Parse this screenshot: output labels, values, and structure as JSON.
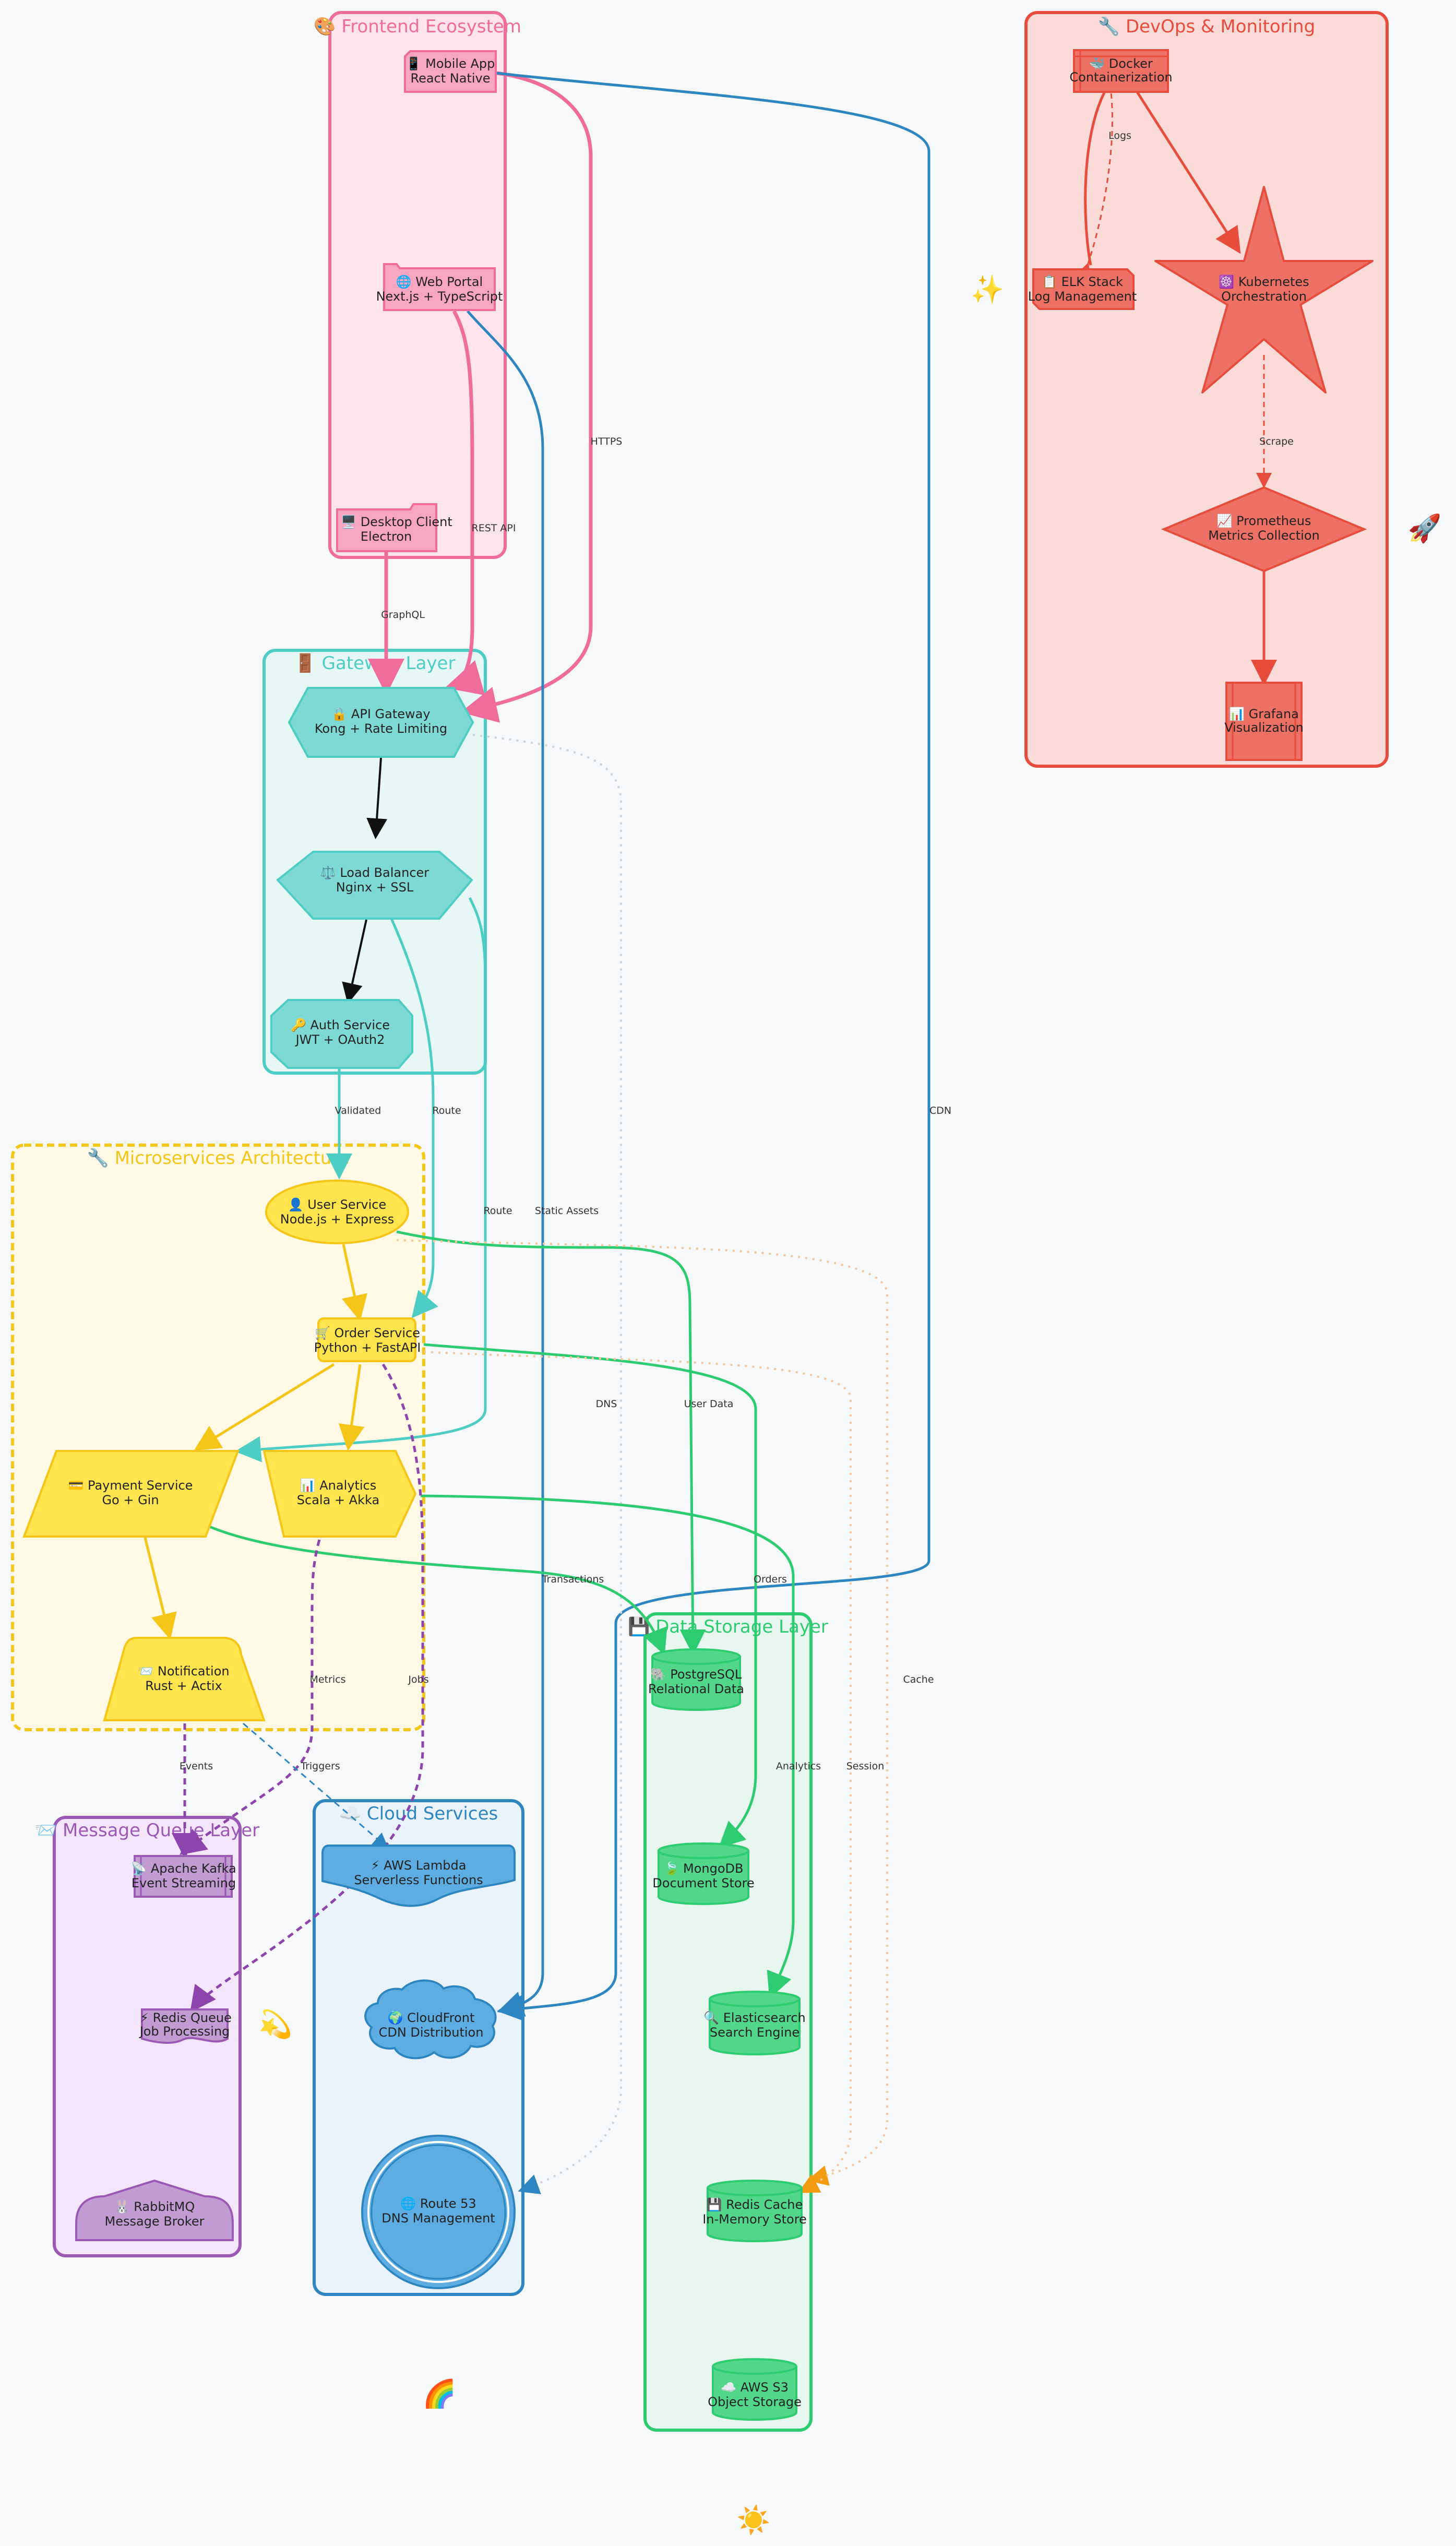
{
  "groups": {
    "frontend": {
      "title": "🎨 Frontend Ecosystem",
      "color": "#f06c9b"
    },
    "devops": {
      "title": "🔧 DevOps & Monitoring",
      "color": "#e74c3c"
    },
    "gateway": {
      "title": "🚪 Gateway Layer",
      "color": "#4ecdc4"
    },
    "micro": {
      "title": "🔧 Microservices Architecture",
      "color": "#f5c518"
    },
    "storage": {
      "title": "💾 Data Storage Layer",
      "color": "#2ecc71"
    },
    "mq": {
      "title": "📨 Message Queue Layer",
      "color": "#9b59b6"
    },
    "cloud": {
      "title": "☁️ Cloud Services",
      "color": "#2e86c1"
    }
  },
  "nodes": {
    "mobile": [
      "📱 Mobile App",
      "React Native"
    ],
    "web": [
      "🌐 Web Portal",
      "Next.js + TypeScript"
    ],
    "desktop": [
      "🖥️ Desktop Client",
      "Electron"
    ],
    "docker": [
      "🐳 Docker",
      "Containerization"
    ],
    "elk": [
      "📋 ELK Stack",
      "Log Management"
    ],
    "k8s": [
      "☸️ Kubernetes",
      "Orchestration"
    ],
    "prom": [
      "📈 Prometheus",
      "Metrics Collection"
    ],
    "grafana": [
      "📊 Grafana",
      "Visualization"
    ],
    "apigw": [
      "🔒 API Gateway",
      "Kong + Rate Limiting"
    ],
    "lb": [
      "⚖️ Load Balancer",
      "Nginx + SSL"
    ],
    "auth": [
      "🔑 Auth Service",
      "JWT + OAuth2"
    ],
    "user": [
      "👤 User Service",
      "Node.js + Express"
    ],
    "order": [
      "🛒 Order Service",
      "Python + FastAPI"
    ],
    "payment": [
      "💳 Payment Service",
      "Go + Gin"
    ],
    "analytics": [
      "📊 Analytics",
      "Scala + Akka"
    ],
    "notif": [
      "📨 Notification",
      "Rust + Actix"
    ],
    "postgres": [
      "🐘 PostgreSQL",
      "Relational Data"
    ],
    "mongo": [
      "🍃 MongoDB",
      "Document Store"
    ],
    "elastic": [
      "🔍 Elasticsearch",
      "Search Engine"
    ],
    "rediscache": [
      "💾 Redis Cache",
      "In-Memory Store"
    ],
    "s3": [
      "☁️ AWS S3",
      "Object Storage"
    ],
    "kafka": [
      "📡 Apache Kafka",
      "Event Streaming"
    ],
    "redisq": [
      "⚡ Redis Queue",
      "Job Processing"
    ],
    "rabbit": [
      "🐰 RabbitMQ",
      "Message Broker"
    ],
    "lambda": [
      "⚡ AWS Lambda",
      "Serverless Functions"
    ],
    "cloudfront": [
      "🌍 CloudFront",
      "CDN Distribution"
    ],
    "route53": [
      "🌐 Route 53",
      "DNS Management"
    ]
  },
  "edge_labels": {
    "logs": "Logs",
    "scrape": "Scrape",
    "https": "HTTPS",
    "rest": "REST API",
    "graphql": "GraphQL",
    "validated": "Validated",
    "route1": "Route",
    "route2": "Route",
    "static": "Static Assets",
    "cdn": "CDN",
    "dns": "DNS",
    "userdata": "User Data",
    "transactions": "Transactions",
    "orders": "Orders",
    "cache": "Cache",
    "metrics": "Metrics",
    "jobs": "Jobs",
    "analytics": "Analytics",
    "session": "Session",
    "events": "Events",
    "triggers": "Triggers"
  },
  "decorations": {
    "sparkles": "✨",
    "rocket": "🚀",
    "dizzy": "💫",
    "rainbow": "🌈",
    "sun": "☀️"
  }
}
